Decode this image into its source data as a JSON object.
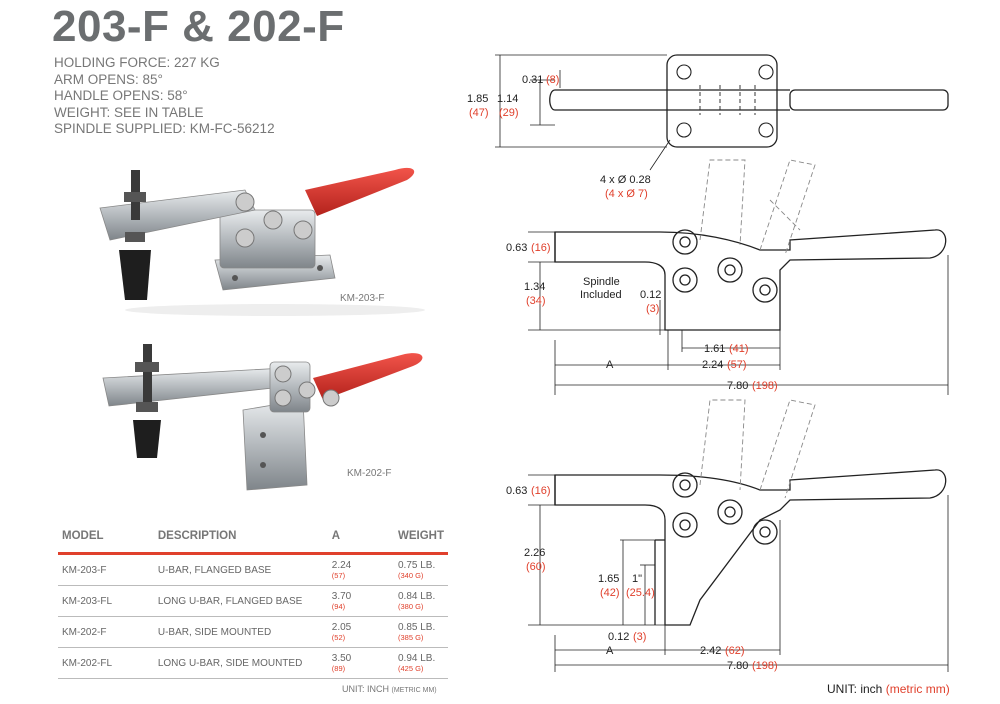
{
  "header": {
    "title": "203-F & 202-F"
  },
  "specs": [
    "HOLDING FORCE: 227 KG",
    "ARM OPENS: 85°",
    "HANDLE OPENS: 58°",
    "WEIGHT: SEE IN TABLE",
    "SPINDLE SUPPLIED: KM-FC-56212"
  ],
  "photos": {
    "top_label": "KM-203-F",
    "bottom_label": "KM-202-F"
  },
  "table": {
    "headers": {
      "model": "MODEL",
      "description": "DESCRIPTION",
      "a": "A",
      "weight": "WEIGHT"
    },
    "rows": [
      {
        "model": "KM-203-F",
        "description": "U-BAR, FLANGED BASE",
        "a": "2.24",
        "a_mm": "(57)",
        "weight": "0.75 LB.",
        "weight_g": "(340 G)"
      },
      {
        "model": "KM-203-FL",
        "description": "LONG U-BAR, FLANGED BASE",
        "a": "3.70",
        "a_mm": "(94)",
        "weight": "0.84 LB.",
        "weight_g": "(380 G)"
      },
      {
        "model": "KM-202-F",
        "description": "U-BAR, SIDE MOUNTED",
        "a": "2.05",
        "a_mm": "(52)",
        "weight": "0.85 LB.",
        "weight_g": "(385 G)"
      },
      {
        "model": "KM-202-FL",
        "description": "LONG U-BAR, SIDE MOUNTED",
        "a": "3.50",
        "a_mm": "(89)",
        "weight": "0.94 LB.",
        "weight_g": "(425 G)"
      }
    ],
    "unit_main": "UNIT: INCH",
    "unit_small": "(METRIC MM)"
  },
  "drawing": {
    "top": {
      "d1": "0.31",
      "d1_mm": "(8)",
      "d2": "1.85",
      "d2_mm": "(47)",
      "d3": "1.14",
      "d3_mm": "(29)",
      "holes": "4 x Ø 0.28",
      "holes_mm": "(4 x Ø 7)"
    },
    "mid": {
      "h1": "0.63",
      "h1_mm": "(16)",
      "h2": "1.34",
      "h2_mm": "(34)",
      "spindle1": "Spindle",
      "spindle2": "Included",
      "t": "0.12",
      "t_mm": "(3)",
      "w1": "1.61",
      "w1_mm": "(41)",
      "a": "A",
      "w2": "2.24",
      "w2_mm": "(57)",
      "total": "7.80",
      "total_mm": "(198)"
    },
    "bot": {
      "h1": "0.63",
      "h1_mm": "(16)",
      "h2": "2.26",
      "h2_mm": "(60)",
      "h3": "1.65",
      "h3_mm": "(42)",
      "h4": "1\"",
      "h4_mm": "(25.4)",
      "t": "0.12",
      "t_mm": "(3)",
      "a": "A",
      "w2": "2.42",
      "w2_mm": "(62)",
      "total": "7.80",
      "total_mm": "(198)"
    }
  },
  "unit_right": {
    "main": "UNIT: inch",
    "metric": "(metric mm)"
  },
  "colors": {
    "accent": "#e0402c",
    "handle": "#d9302a",
    "steel": "#b9bec2",
    "rubber": "#222222"
  }
}
